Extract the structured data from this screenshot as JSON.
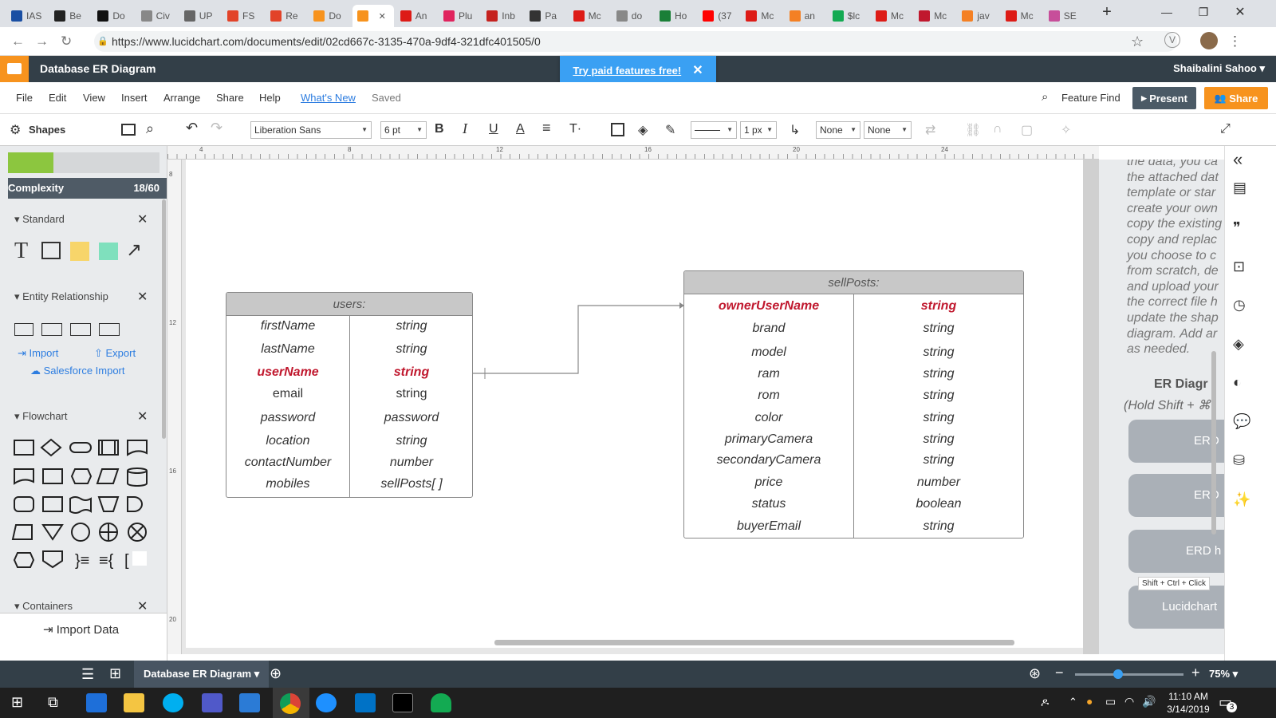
{
  "browser": {
    "tabs": [
      {
        "label": "IAS",
        "color": "#1a4fa3"
      },
      {
        "label": "Be",
        "color": "#222"
      },
      {
        "label": "Do",
        "color": "#111"
      },
      {
        "label": "Civ",
        "color": "#888"
      },
      {
        "label": "UP",
        "color": "#666"
      },
      {
        "label": "FS",
        "color": "#e24329"
      },
      {
        "label": "Re",
        "color": "#e24329"
      },
      {
        "label": "Do",
        "color": "#f7931e"
      },
      {
        "label": "",
        "color": "#f7931e"
      },
      {
        "label": "An",
        "color": "#dd1b16"
      },
      {
        "label": "Plu",
        "color": "#e0245e"
      },
      {
        "label": "Inb",
        "color": "#c5221f"
      },
      {
        "label": "Pa",
        "color": "#333"
      },
      {
        "label": "Mc",
        "color": "#dd1b16"
      },
      {
        "label": "do",
        "color": "#888"
      },
      {
        "label": "Ho",
        "color": "#1a7f37"
      },
      {
        "label": "(37",
        "color": "#ff0000"
      },
      {
        "label": "Mc",
        "color": "#dd1b16"
      },
      {
        "label": "an",
        "color": "#f48024"
      },
      {
        "label": "$lc",
        "color": "#13aa52"
      },
      {
        "label": "Mc",
        "color": "#dd1b16"
      },
      {
        "label": "Mc",
        "color": "#c0182e"
      },
      {
        "label": "jav",
        "color": "#f48024"
      },
      {
        "label": "Mc",
        "color": "#dd1b16"
      },
      {
        "label": "SE",
        "color": "#c74e9a"
      }
    ],
    "url": "https://www.lucidchart.com/documents/edit/02cd667c-3135-470a-9df4-321dfc401505/0"
  },
  "app": {
    "title": "Database ER Diagram",
    "user": "Shaibalini Sahoo",
    "promo": "Try paid features free!",
    "menu": [
      "File",
      "Edit",
      "View",
      "Insert",
      "Arrange",
      "Share",
      "Help",
      "What's New",
      "Saved"
    ],
    "feature_find": "Feature Find",
    "present": "Present",
    "share": "Share"
  },
  "toolbar": {
    "shapes_label": "Shapes",
    "font": "Liberation Sans",
    "font_size": "6 pt",
    "line_width": "1 px",
    "arrow_start": "None",
    "arrow_end": "None"
  },
  "ruler": {
    "top_marks": [
      "4",
      "8",
      "12",
      "16",
      "20",
      "24"
    ],
    "left_marks": [
      "8",
      "12",
      "16",
      "20"
    ]
  },
  "left_panel": {
    "complexity_label": "Complexity",
    "complexity_value": "18/60",
    "complexity_fraction": 0.3,
    "sections": {
      "standard": "Standard",
      "er": "Entity Relationship",
      "flowchart": "Flowchart",
      "containers": "Containers"
    },
    "import": "Import",
    "export": "Export",
    "salesforce": "Salesforce Import",
    "import_data": "Import Data"
  },
  "diagram": {
    "users": {
      "title": "users:",
      "rows": [
        {
          "name": "firstName",
          "type": "string",
          "style": "normal"
        },
        {
          "name": "lastName",
          "type": "string",
          "style": "normal"
        },
        {
          "name": "userName",
          "type": "string",
          "style": "key"
        },
        {
          "name": "email",
          "type": "string",
          "style": "plain"
        },
        {
          "name": "password",
          "type": "password",
          "style": "normal"
        },
        {
          "name": "location",
          "type": "string",
          "style": "normal"
        },
        {
          "name": "contactNumber",
          "type": "number",
          "style": "normal"
        },
        {
          "name": "mobiles",
          "type": "sellPosts[ ]",
          "style": "normal"
        }
      ]
    },
    "sellPosts": {
      "title": "sellPosts:",
      "rows": [
        {
          "name": "ownerUserName",
          "type": "string",
          "style": "key"
        },
        {
          "name": "brand",
          "type": "string",
          "style": "normal"
        },
        {
          "name": "model",
          "type": "string",
          "style": "normal"
        },
        {
          "name": "ram",
          "type": "string",
          "style": "normal"
        },
        {
          "name": "rom",
          "type": "string",
          "style": "normal"
        },
        {
          "name": "color",
          "type": "string",
          "style": "normal"
        },
        {
          "name": "primaryCamera",
          "type": "string",
          "style": "normal"
        },
        {
          "name": "secondaryCamera",
          "type": "string",
          "style": "normal"
        },
        {
          "name": "price",
          "type": "number",
          "style": "normal"
        },
        {
          "name": "status",
          "type": "boolean",
          "style": "normal"
        },
        {
          "name": "buyerEmail",
          "type": "string",
          "style": "normal"
        }
      ]
    }
  },
  "right_panel": {
    "text_lines": [
      "the data, you ca",
      "the attached dat",
      "template or star",
      "create your own",
      "copy the existing",
      "copy and replac",
      "you choose to c",
      "from scratch, de",
      "and upload your",
      "the correct file h",
      "update the shap",
      "diagram. Add ar",
      "as needed."
    ],
    "heading": "ER Diagr",
    "hint": "(Hold Shift + ⌘",
    "buttons": [
      "ERD",
      "ERD",
      "ERD h",
      "Lucidchart"
    ],
    "tooltip": "Shift + Ctrl + Click"
  },
  "bottom": {
    "page_tab": "Database ER Diagram",
    "zoom": "75%",
    "zoom_fraction": 0.4
  },
  "taskbar": {
    "time": "11:10 AM",
    "date": "3/14/2019",
    "notification_count": "3"
  }
}
